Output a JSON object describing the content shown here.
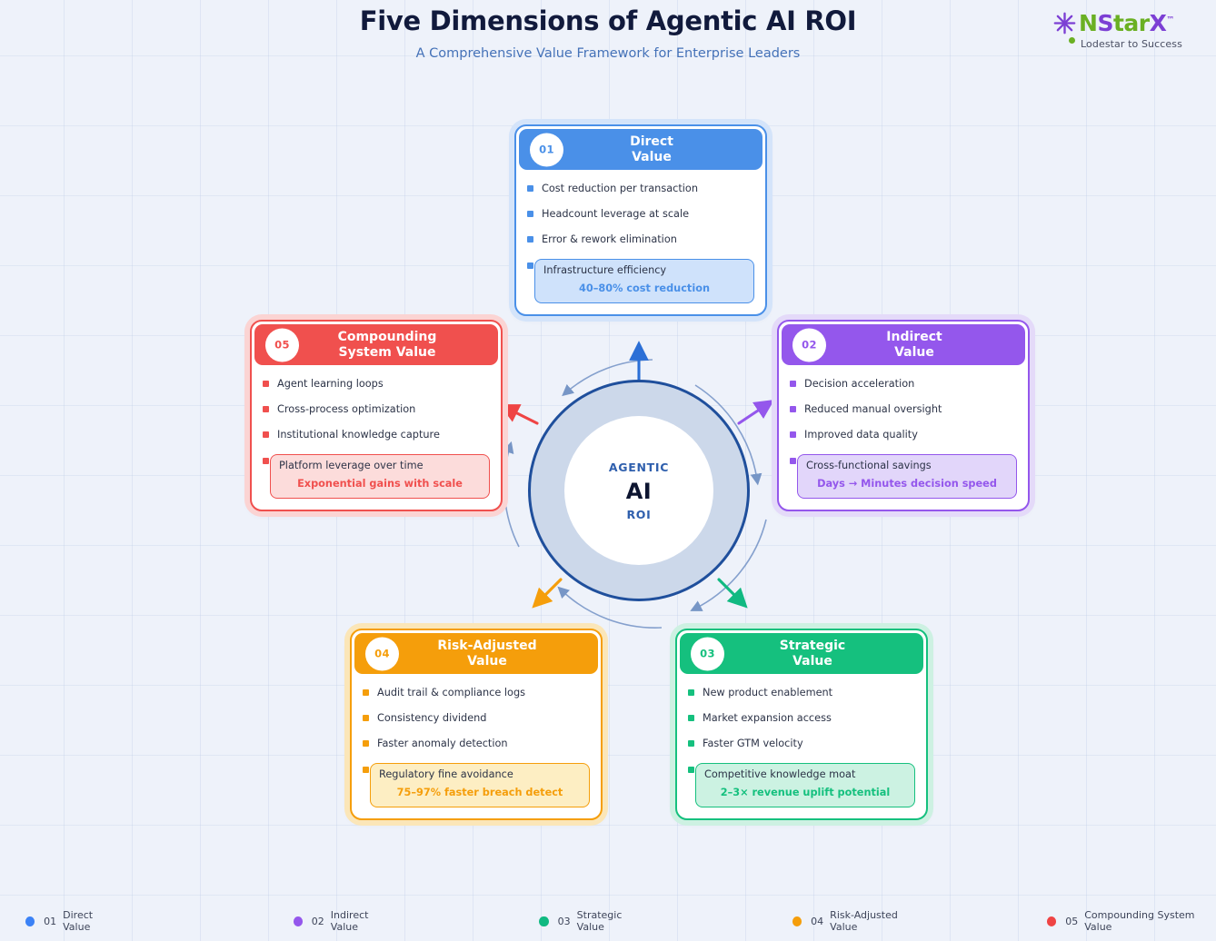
{
  "header": {
    "title": "Five Dimensions of Agentic AI ROI",
    "subtitle": "A Comprehensive Value Framework for Enterprise Leaders"
  },
  "logo": {
    "part1": "N",
    "part2": "S",
    "part3": "tar",
    "part4": "X",
    "trademark": "™",
    "tagline": "Lodestar to Success",
    "star_icon": "asterisk-star-icon",
    "colors": {
      "green": "#6ab023",
      "purple": "#7c3fd4"
    }
  },
  "hub": {
    "line1": "AGENTIC",
    "line2": "AI",
    "line3": "ROI",
    "ring_color": "#1f4f9c",
    "band_color": "#ccd8ea"
  },
  "cards": [
    {
      "number": "01",
      "title": "Direct\nValue",
      "color": "#4a90e8",
      "bullets": [
        "Cost reduction per transaction",
        "Headcount leverage at scale",
        "Error & rework elimination"
      ],
      "metric_label": "Infrastructure efficiency",
      "metric_value": "40–80% cost reduction"
    },
    {
      "number": "02",
      "title": "Indirect\nValue",
      "color": "#9457ec",
      "bullets": [
        "Decision acceleration",
        "Reduced manual oversight",
        "Improved data quality"
      ],
      "metric_label": "Cross-functional savings",
      "metric_value": "Days → Minutes decision speed"
    },
    {
      "number": "03",
      "title": "Strategic\nValue",
      "color": "#15c07e",
      "bullets": [
        "New product enablement",
        "Market expansion access",
        "Faster GTM velocity"
      ],
      "metric_label": "Competitive knowledge moat",
      "metric_value": "2–3× revenue uplift potential"
    },
    {
      "number": "04",
      "title": "Risk-Adjusted\nValue",
      "color": "#f59e0b",
      "bullets": [
        "Audit trail & compliance logs",
        "Consistency dividend",
        "Faster anomaly detection"
      ],
      "metric_label": "Regulatory fine avoidance",
      "metric_value": "75–97% faster breach detect"
    },
    {
      "number": "05",
      "title": "Compounding\nSystem Value",
      "color": "#f0504e",
      "bullets": [
        "Agent learning loops",
        "Cross-process optimization",
        "Institutional knowledge capture"
      ],
      "metric_label": "Platform leverage over time",
      "metric_value": "Exponential gains with scale"
    }
  ],
  "legend": [
    {
      "number": "01",
      "label": "Direct Value",
      "color": "#3b82f6"
    },
    {
      "number": "02",
      "label": "Indirect Value",
      "color": "#9457ec"
    },
    {
      "number": "03",
      "label": "Strategic Value",
      "color": "#10b981"
    },
    {
      "number": "04",
      "label": "Risk-Adjusted Value",
      "color": "#f59e0b"
    },
    {
      "number": "05",
      "label": "Compounding System Value",
      "color": "#ef4444"
    }
  ]
}
